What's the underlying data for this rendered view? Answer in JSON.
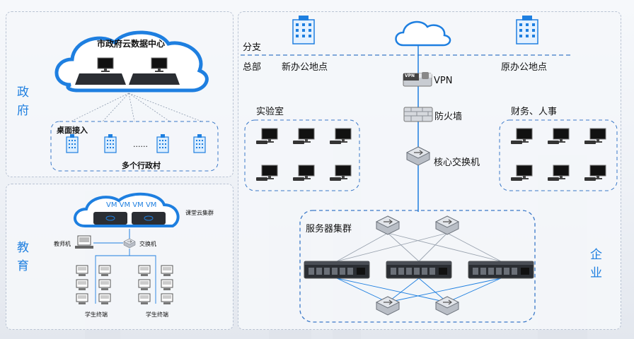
{
  "gov": {
    "label": "政府",
    "cloud_title": "市政府云数据中心",
    "desktop_access": "桌面接入",
    "dots": "......",
    "villages": "多个行政村"
  },
  "edu": {
    "label": "教育",
    "vm_row": "VM VM VM VM",
    "cluster": "课堂云集群",
    "teacher": "教师机",
    "switch": "交换机",
    "student_left": "学生终端",
    "student_right": "学生终端"
  },
  "ent": {
    "label": "企业",
    "branch": "分支",
    "hq": "总部",
    "new_office": "新办公地点",
    "old_office": "原办公地点",
    "vpn": "VPN",
    "vpn_tag": "VPN",
    "firewall": "防火墙",
    "core_switch": "核心交换机",
    "lab": "实验室",
    "finance": "财务、人事",
    "server_cluster": "服务器集群"
  },
  "colors": {
    "accent": "#1e7fe0",
    "dashed": "#3a78c8",
    "cloud_fill": "#ffffff"
  }
}
